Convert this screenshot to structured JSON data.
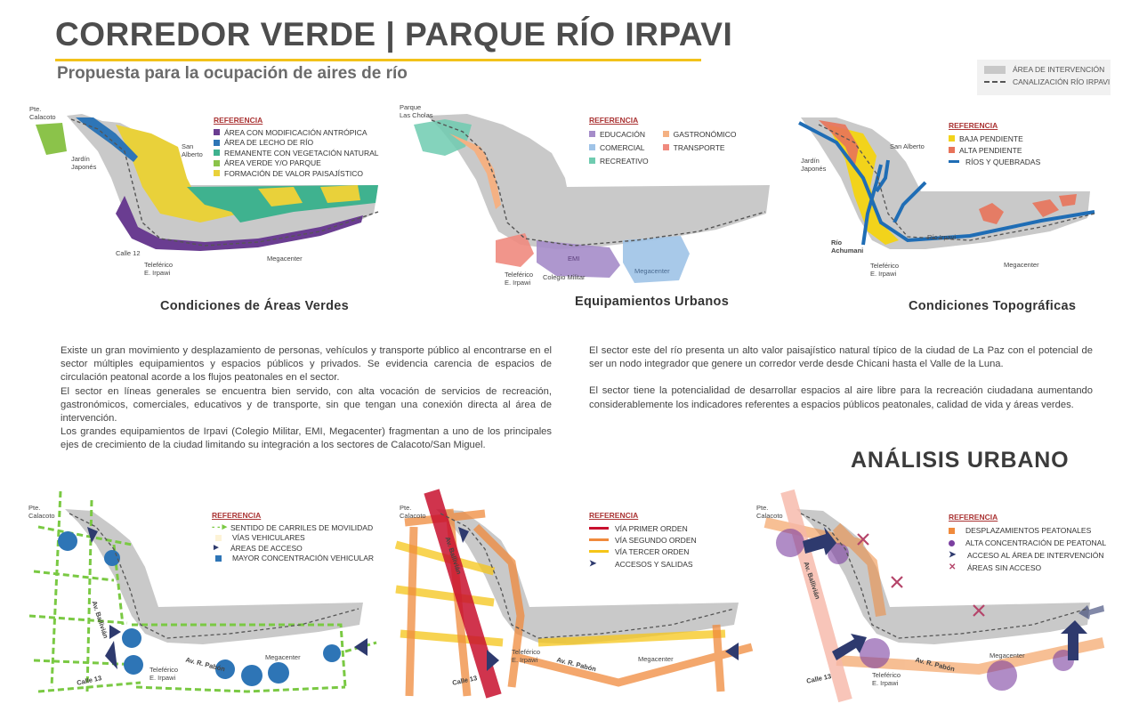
{
  "header": {
    "title": "CORREDOR VERDE | PARQUE RÍO IRPAVI",
    "subtitle": "Propuesta para la ocupación de aires de río"
  },
  "global_legend": {
    "items": [
      {
        "label": "ÁREA DE INTERVENCIÓN",
        "color": "#c8c8c8"
      },
      {
        "label": "CANALIZACIÓN RÍO IRPAVI",
        "color": "#555555"
      }
    ]
  },
  "colors": {
    "map_gray": "#c9c9c9",
    "purple": "#6a3d91",
    "blue": "#2e75b6",
    "teal": "#3fb28f",
    "green": "#8bc34a",
    "yellow": "#e9d13a",
    "accent": "#f2c21a"
  },
  "maps": {
    "areas_verdes": {
      "caption": "Condiciones de Áreas Verdes",
      "labels": {
        "pte_calacoto": "Pte.\nCalacoto",
        "jardin": "Jardín\nJaponés",
        "san_alberto": "San\nAlberto",
        "calle12": "Calle 12",
        "teleferico": "Teleférico\nE. Irpawi",
        "megacenter": "Megacenter"
      },
      "reference": {
        "title": "REFERENCIA",
        "items": [
          {
            "label": "ÁREA CON MODIFICACIÓN ANTRÓPICA",
            "color": "#6a3d91"
          },
          {
            "label": "ÁREA DE LECHO DE RÍO",
            "color": "#2e75b6"
          },
          {
            "label": "REMANENTE CON VEGETACIÓN NATURAL",
            "color": "#3fb28f"
          },
          {
            "label": "ÁREA VERDE Y/O PARQUE",
            "color": "#8bc34a"
          },
          {
            "label": "FORMACIÓN DE VALOR PAISAJÍSTICO",
            "color": "#e9d13a"
          }
        ]
      }
    },
    "equipamientos": {
      "caption": "Equipamientos Urbanos",
      "labels": {
        "parque": "Parque\nLas Cholas",
        "emi": "EMI",
        "colegio": "Colegio Militar",
        "megacenter": "Megacenter",
        "teleferico": "Teleférico\nE. Irpawi"
      },
      "reference": {
        "title": "REFERENCIA",
        "items": [
          {
            "label": "EDUCACIÓN",
            "color": "#a58cc9"
          },
          {
            "label": "COMERCIAL",
            "color": "#9fc3e7"
          },
          {
            "label": "RECREATIVO",
            "color": "#6fcbb0"
          },
          {
            "label": "GASTRONÓMICO",
            "color": "#f4b183"
          },
          {
            "label": "TRANSPORTE",
            "color": "#f08a7e"
          }
        ]
      }
    },
    "topograficas": {
      "caption": "Condiciones Topográficas",
      "labels": {
        "jardin": "Jardín\nJaponés",
        "san_alberto": "San Alberto",
        "rio_irpavi": "Río Irpavi",
        "rio_achumani": "Río\nAchumani",
        "teleferico": "Teleférico\nE. Irpawi",
        "megacenter": "Megacenter"
      },
      "reference": {
        "title": "REFERENCIA",
        "items": [
          {
            "label": "BAJA PENDIENTE",
            "color": "#f2d31b"
          },
          {
            "label": "ALTA PENDIENTE",
            "color": "#e8735a"
          },
          {
            "label": "RÍOS Y QUEBRADAS",
            "color": "#1f6db5"
          }
        ]
      }
    },
    "movilidad": {
      "labels": {
        "pte_calacoto": "Pte.\nCalacoto",
        "av_ballivian": "Av. Ballivián",
        "calle13": "Calle 13",
        "teleferico": "Teleférico\nE. Irpawi",
        "av_pabon": "Av. R. Pabón",
        "megacenter": "Megacenter"
      },
      "reference": {
        "title": "REFERENCIA",
        "items": [
          {
            "label": "SENTIDO DE CARRILES DE MOVILIDAD",
            "color": "#7ac943"
          },
          {
            "label": "VÍAS VEHICULARES",
            "color": "#fdf3d6"
          },
          {
            "label": "ÁREAS DE ACCESO",
            "color": "#2e3a6e"
          },
          {
            "label": "MAYOR CONCENTRACIÓN VEHICULAR",
            "color": "#2e75b6"
          }
        ]
      }
    },
    "vias": {
      "labels": {
        "pte_calacoto": "Pte.\nCalacoto",
        "av_ballivian": "Av. Ballivián",
        "calle13": "Calle 13",
        "teleferico": "Teleférico\nE. Irpawi",
        "av_pabon": "Av. R. Pabón",
        "megacenter": "Megacenter"
      },
      "reference": {
        "title": "REFERENCIA",
        "items": [
          {
            "label": "VÍA PRIMER ORDEN",
            "color": "#c8102e"
          },
          {
            "label": "VÍA SEGUNDO ORDEN",
            "color": "#f08a3c"
          },
          {
            "label": "VÍA TERCER ORDEN",
            "color": "#f5c518"
          },
          {
            "label": "ACCESOS Y SALIDAS",
            "color": "#2e3a6e"
          }
        ]
      }
    },
    "peatonal": {
      "labels": {
        "pte_calacoto": "Pte.\nCalacoto",
        "av_ballivian": "Av. Ballivián",
        "calle13": "Calle 13",
        "teleferico": "Teleférico\nE. Irpawi",
        "av_pabon": "Av. R. Pabón",
        "megacenter": "Megacenter"
      },
      "reference": {
        "title": "REFERENCIA",
        "items": [
          {
            "label": "DESPLAZAMIENTOS PEATONALES",
            "color": "#f08a3c"
          },
          {
            "label": "ALTA CONCENTRACIÓN DE PEATONAL",
            "color": "#7b3fa0"
          },
          {
            "label": "ACCESO AL ÁREA DE INTERVENCIÓN",
            "color": "#2e3a6e"
          },
          {
            "label": "ÁREAS SIN ACCESO",
            "color": "#b5456a"
          }
        ]
      }
    }
  },
  "text": {
    "left": [
      "Existe un gran movimiento y desplazamiento de personas, vehículos y transporte público al encontrarse en el sector múltiples equipamientos y espacios públicos y privados. Se evidencia carencia de espacios de circulación peatonal acorde a los flujos peatonales en el sector.",
      "El sector en líneas generales se encuentra bien servido, con alta vocación de servicios de recreación, gastronómicos,  comerciales, educativos y de transporte, sin que tengan una conexión directa al área de intervención.",
      "Los grandes equipamientos de Irpavi (Colegio Militar, EMI, Megacenter) fragmentan a uno de los principales ejes de crecimiento de la ciudad limitando su integración a los sectores de Calacoto/San Miguel."
    ],
    "right": [
      "El sector este del río presenta un alto valor paisajístico natural típico de la ciudad de La Paz con el potencial de ser un nodo integrador que genere un corredor verde desde Chicani hasta el Valle de la Luna.",
      "El sector tiene la potencialidad de desarrollar espacios al aire libre para la recreación ciudadana aumentando considerablemente los indicadores referentes a espacios públicos peatonales, calidad de vida y áreas verdes."
    ],
    "section_title": "ANÁLISIS URBANO"
  }
}
